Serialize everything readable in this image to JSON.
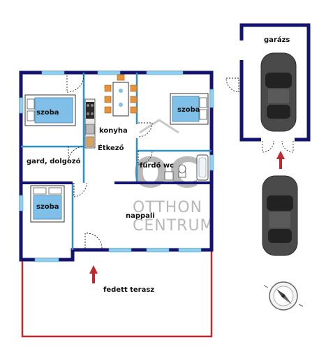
{
  "colors": {
    "wall": "#14146e",
    "interior_wall": "#2f8fc4",
    "window": "#8fd0ef",
    "bed": "#7fbfe8",
    "terrace": "#c0282d",
    "arrow": "#c0282d",
    "car": "#4a4a4a",
    "watermark": "#b9b9b9",
    "furniture_orange": "#e8923a"
  },
  "rooms": {
    "szoba_top_left": "szoba",
    "szoba_top_right": "szoba",
    "szoba_bottom_left": "szoba",
    "gard_dolgozo": "gard, dolgozó",
    "konyha": "konyha",
    "etkezo": "Étkező",
    "furdo_wc": "fürdő wc",
    "nappali": "nappali",
    "garazs": "garázs",
    "fedett_terasz": "fedett terasz"
  },
  "watermark": {
    "logo": "OC",
    "line1": "OTTHON",
    "line2": "CENTRUM"
  },
  "icons": [
    "car-icon",
    "compass-icon",
    "entrance-arrow-icon",
    "bed-icon",
    "dining-table-icon",
    "stove-icon",
    "bathtub-icon",
    "toilet-icon",
    "sink-icon"
  ]
}
